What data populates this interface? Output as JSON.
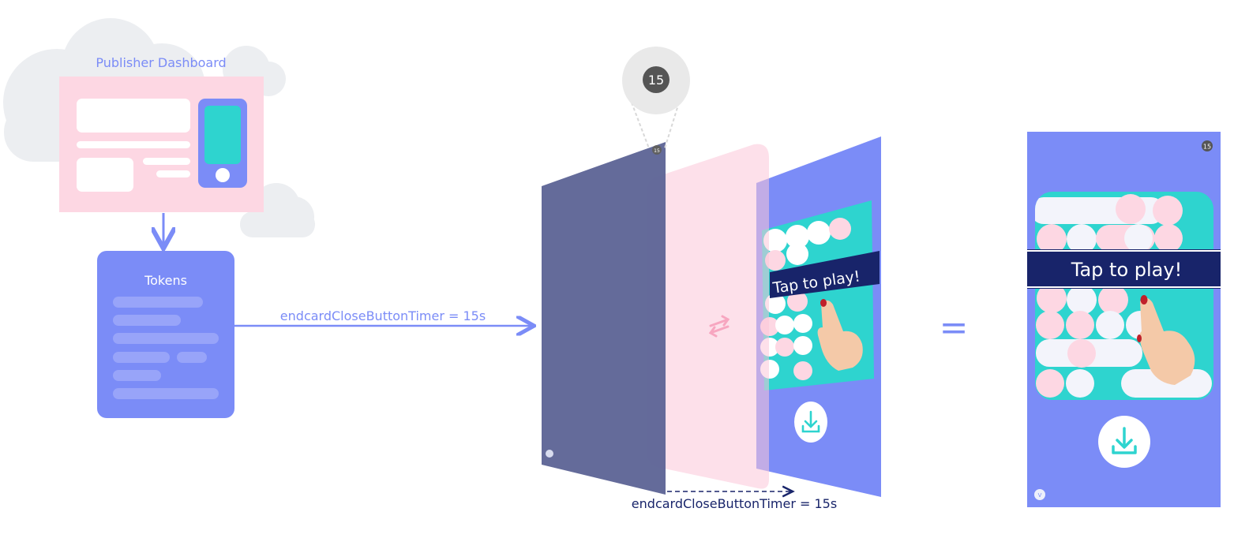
{
  "publisher_dashboard": {
    "label": "Publisher Dashboard"
  },
  "tokens": {
    "label": "Tokens"
  },
  "token_arrow": {
    "label": "endcardCloseButtonTimer = 15s"
  },
  "layers": {
    "timer_badge": "15",
    "small_timer_badge": "15",
    "bottom_label": "endcardCloseButtonTimer = 15s",
    "endcard_text": "Tap to play!"
  },
  "equals": {
    "symbol": "="
  },
  "result": {
    "timer_badge": "15",
    "endcard_text": "Tap to play!"
  },
  "colors": {
    "accent": "#7b8cf7",
    "pink": "#fdd7e3",
    "teal": "#2ed4cf",
    "navy_layer": "#5f6697",
    "banner": "#18246a",
    "cloud": "#eceef1"
  },
  "icons": [
    "download-icon",
    "vungle-logo-icon",
    "swap-arrows-icon",
    "finger-icon"
  ]
}
